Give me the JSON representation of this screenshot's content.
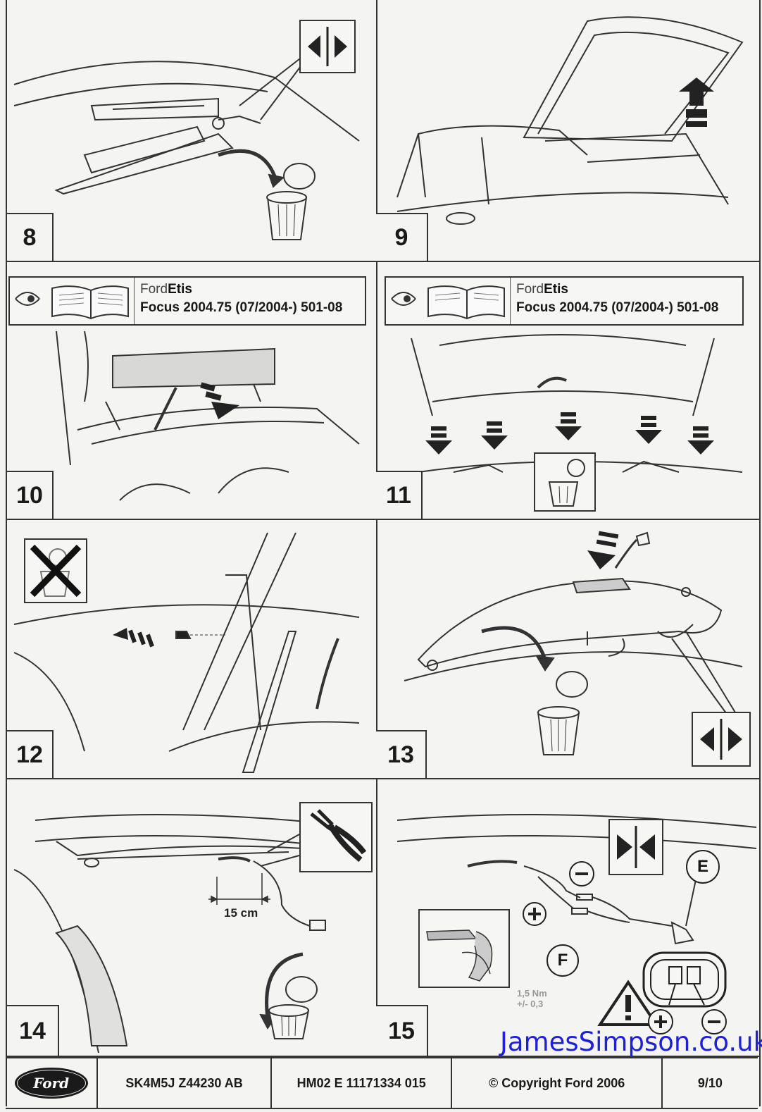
{
  "steps": {
    "s8": "8",
    "s9": "9",
    "s10": "10",
    "s11": "11",
    "s12": "12",
    "s13": "13",
    "s14": "14",
    "s15": "15"
  },
  "etis": {
    "brand_light": "Ford",
    "brand_bold": "Etis",
    "model": "Focus 2004.75 (07/2004-) 501-08"
  },
  "callouts": {
    "measure": "15 cm",
    "label_e": "E",
    "label_f": "F",
    "torque_value": "1,5 Nm",
    "torque_tolerance": "+/- 0,3"
  },
  "footer": {
    "logo": "Ford",
    "part_number": "SK4M5J Z44230 AB",
    "document_code": "HM02 E 11171334 015",
    "copyright": "© Copyright Ford 2006",
    "page": "9/10"
  },
  "watermark": "JamesSimpson.co.uk",
  "icons": [
    "disconnect-arrows-icon",
    "trash-bin-icon",
    "up-arrow-icon",
    "eye-icon",
    "manual-book-icon",
    "down-arrow-icon",
    "no-discard-icon",
    "side-cutters-icon",
    "connect-arrows-icon",
    "warning-triangle-icon",
    "plus-icon",
    "minus-icon",
    "soldering-tool-icon",
    "connector-socket-icon"
  ]
}
